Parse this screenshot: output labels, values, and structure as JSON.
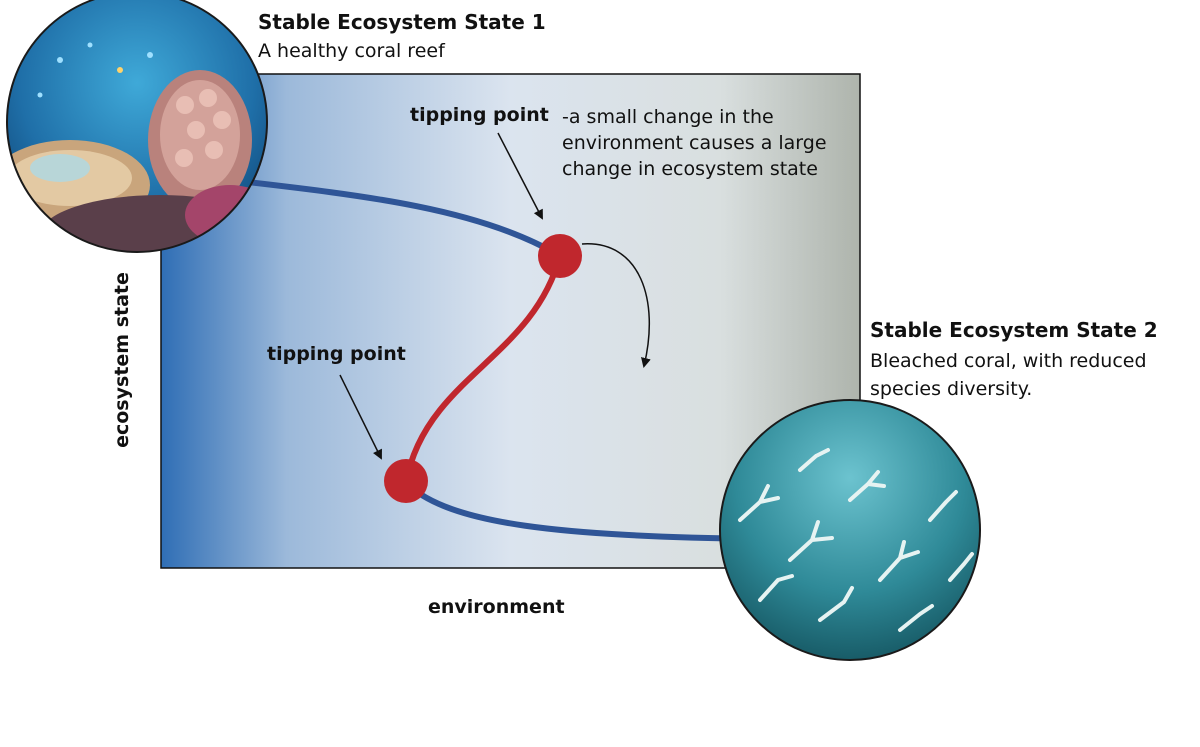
{
  "state1": {
    "title": "Stable Ecosystem State 1",
    "subtitle": "A healthy coral reef"
  },
  "state2": {
    "title": "Stable Ecosystem State 2",
    "subtitle_line1": "Bleached coral, with reduced",
    "subtitle_line2": "species diversity."
  },
  "tipping_upper": {
    "label": "tipping point",
    "desc_line1": "-a small change in the",
    "desc_line2": "environment causes a large",
    "desc_line3": "change in ecosystem state"
  },
  "tipping_lower": {
    "label": "tipping point"
  },
  "axes": {
    "x_label": "environment",
    "y_label": "ecosystem state"
  },
  "colors": {
    "stable_curve": "#2f5597",
    "unstable_curve": "#c0272d",
    "tipping_marker": "#c0272d",
    "gradient_left": "#2f6eb5",
    "gradient_mid": "#dde6f0",
    "gradient_right": "#b3b8b1"
  }
}
